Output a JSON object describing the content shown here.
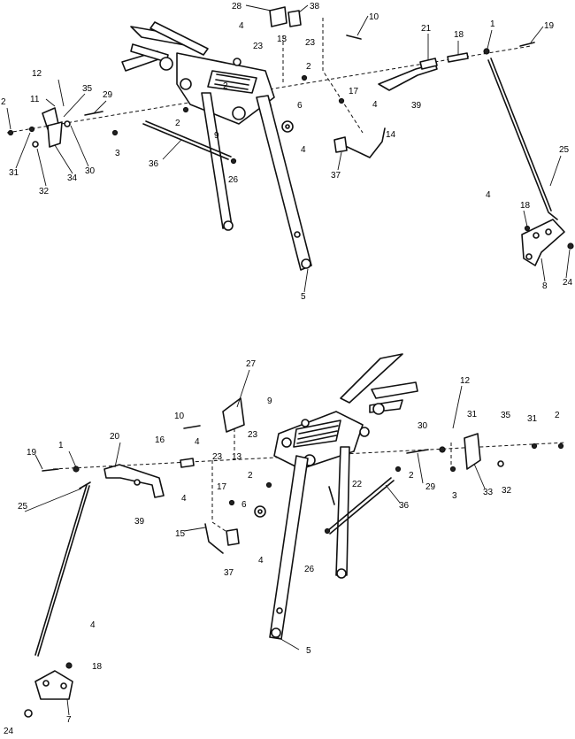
{
  "callouts": {
    "top": [
      {
        "id": "t-28",
        "text": "28"
      },
      {
        "id": "t-38",
        "text": "38"
      },
      {
        "id": "t-10",
        "text": "10"
      },
      {
        "id": "t-4a",
        "text": "4"
      },
      {
        "id": "t-13",
        "text": "13"
      },
      {
        "id": "t-23a",
        "text": "23"
      },
      {
        "id": "t-23b",
        "text": "23"
      },
      {
        "id": "t-1",
        "text": "1"
      },
      {
        "id": "t-19",
        "text": "19"
      },
      {
        "id": "t-21",
        "text": "21"
      },
      {
        "id": "t-18a",
        "text": "18"
      },
      {
        "id": "t-2a",
        "text": "2"
      },
      {
        "id": "t-12",
        "text": "12"
      },
      {
        "id": "t-35",
        "text": "35"
      },
      {
        "id": "t-11",
        "text": "11"
      },
      {
        "id": "t-29",
        "text": "29"
      },
      {
        "id": "t-2b",
        "text": "2"
      },
      {
        "id": "t-17",
        "text": "17"
      },
      {
        "id": "t-4b",
        "text": "4"
      },
      {
        "id": "t-39",
        "text": "39"
      },
      {
        "id": "t-6",
        "text": "6"
      },
      {
        "id": "t-2c",
        "text": "2"
      },
      {
        "id": "t-14",
        "text": "14"
      },
      {
        "id": "t-9",
        "text": "9"
      },
      {
        "id": "t-4c",
        "text": "4"
      },
      {
        "id": "t-3",
        "text": "3"
      },
      {
        "id": "t-31",
        "text": "31"
      },
      {
        "id": "t-30",
        "text": "30"
      },
      {
        "id": "t-34",
        "text": "34"
      },
      {
        "id": "t-36",
        "text": "36"
      },
      {
        "id": "t-37",
        "text": "37"
      },
      {
        "id": "t-25",
        "text": "25"
      },
      {
        "id": "t-32",
        "text": "32"
      },
      {
        "id": "t-26",
        "text": "26"
      },
      {
        "id": "t-2d",
        "text": "2"
      },
      {
        "id": "t-4d",
        "text": "4"
      },
      {
        "id": "t-18b",
        "text": "18"
      },
      {
        "id": "t-8",
        "text": "8"
      },
      {
        "id": "t-24",
        "text": "24"
      },
      {
        "id": "t-5",
        "text": "5"
      }
    ],
    "bottom": [
      {
        "id": "b-27",
        "text": "27"
      },
      {
        "id": "b-12",
        "text": "12"
      },
      {
        "id": "b-9",
        "text": "9"
      },
      {
        "id": "b-10",
        "text": "10"
      },
      {
        "id": "b-31a",
        "text": "31"
      },
      {
        "id": "b-35",
        "text": "35"
      },
      {
        "id": "b-4a",
        "text": "4"
      },
      {
        "id": "b-30",
        "text": "30"
      },
      {
        "id": "b-31b",
        "text": "31"
      },
      {
        "id": "b-2a",
        "text": "2"
      },
      {
        "id": "b-20",
        "text": "20"
      },
      {
        "id": "b-23a",
        "text": "23"
      },
      {
        "id": "b-23b",
        "text": "23"
      },
      {
        "id": "b-13",
        "text": "13"
      },
      {
        "id": "b-1",
        "text": "1"
      },
      {
        "id": "b-16",
        "text": "16"
      },
      {
        "id": "b-19",
        "text": "19"
      },
      {
        "id": "b-2b",
        "text": "2"
      },
      {
        "id": "b-2c",
        "text": "2"
      },
      {
        "id": "b-29",
        "text": "29"
      },
      {
        "id": "b-33",
        "text": "33"
      },
      {
        "id": "b-32",
        "text": "32"
      },
      {
        "id": "b-4b",
        "text": "4"
      },
      {
        "id": "b-22",
        "text": "22"
      },
      {
        "id": "b-3",
        "text": "3"
      },
      {
        "id": "b-25",
        "text": "25"
      },
      {
        "id": "b-17",
        "text": "17"
      },
      {
        "id": "b-6",
        "text": "6"
      },
      {
        "id": "b-39",
        "text": "39"
      },
      {
        "id": "b-36",
        "text": "36"
      },
      {
        "id": "b-15",
        "text": "15"
      },
      {
        "id": "b-4c",
        "text": "4"
      },
      {
        "id": "b-37",
        "text": "37"
      },
      {
        "id": "b-26",
        "text": "26"
      },
      {
        "id": "b-4d",
        "text": "4"
      },
      {
        "id": "b-18",
        "text": "18"
      },
      {
        "id": "b-5",
        "text": "5"
      },
      {
        "id": "b-7",
        "text": "7"
      },
      {
        "id": "b-24",
        "text": "24"
      }
    ]
  }
}
